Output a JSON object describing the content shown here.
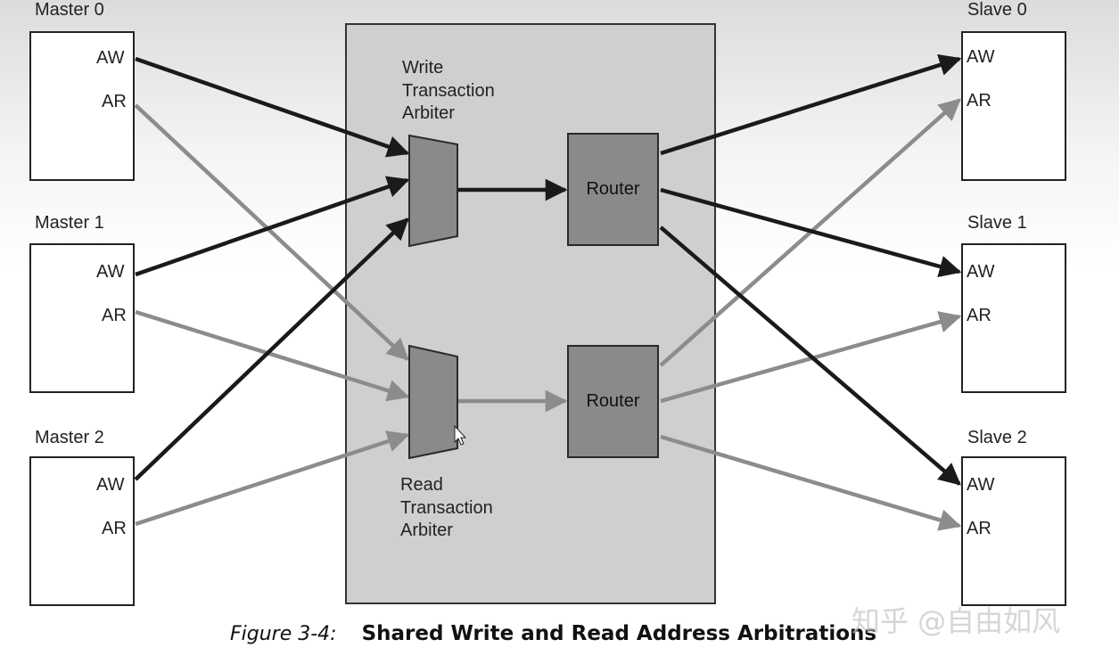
{
  "masters": [
    {
      "label": "Master 0",
      "aw": "AW",
      "ar": "AR"
    },
    {
      "label": "Master 1",
      "aw": "AW",
      "ar": "AR"
    },
    {
      "label": "Master 2",
      "aw": "AW",
      "ar": "AR"
    }
  ],
  "slaves": [
    {
      "label": "Slave 0",
      "aw": "AW",
      "ar": "AR"
    },
    {
      "label": "Slave 1",
      "aw": "AW",
      "ar": "AR"
    },
    {
      "label": "Slave 2",
      "aw": "AW",
      "ar": "AR"
    }
  ],
  "interconnect": {
    "write_arbiter": [
      "Write",
      "Transaction",
      "Arbiter"
    ],
    "read_arbiter": [
      "Read",
      "Transaction",
      "Arbiter"
    ],
    "write_router": "Router",
    "read_router": "Router"
  },
  "caption": {
    "number": "Figure 3-4:",
    "title": "Shared Write and Read Address Arbitrations"
  },
  "watermark": "知乎 @自由如风",
  "colors": {
    "write_path": "#1a1a1a",
    "read_path": "#8c8c8c",
    "fabric": "#cfcfcf",
    "block": "#8a8a8a"
  }
}
